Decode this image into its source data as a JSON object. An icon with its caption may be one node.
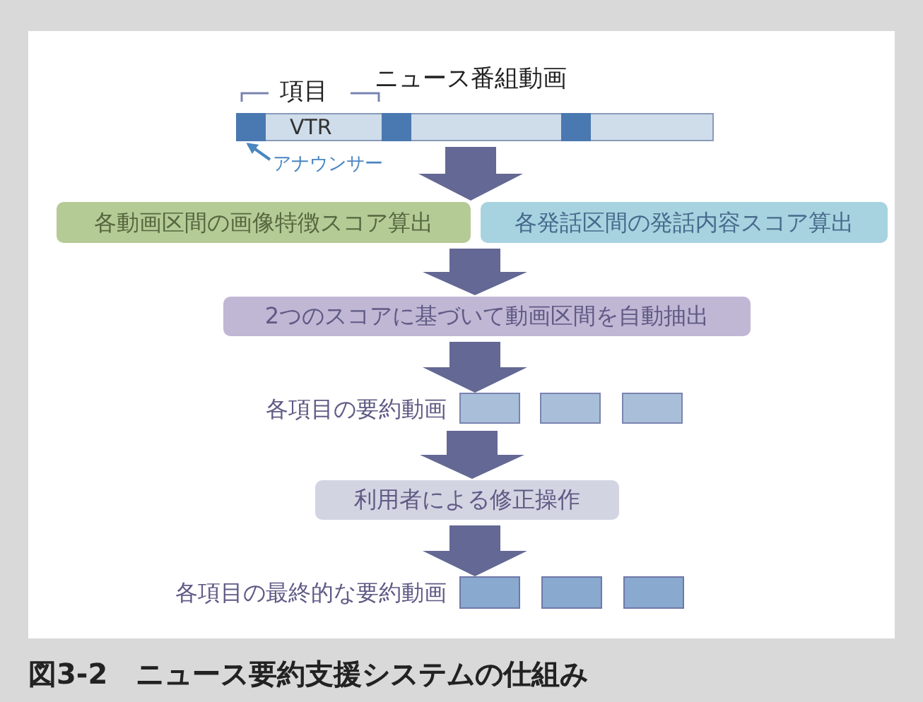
{
  "diagram": {
    "caption": "図3-2　ニュース要約支援システムの仕組み",
    "nodes": [
      {
        "text": [
          "ニュース番組動画",
          "VTR"
        ]
      },
      {
        "text": [],
        "shape": "box",
        "in": 0
      },
      {
        "text": [
          "アナウンサー"
        ]
      },
      {
        "text": [],
        "shape": "box",
        "in": 0
      },
      {
        "text": [],
        "shape": "box",
        "in": 0
      },
      {
        "text": [
          "各動画区間の画像特徴スコア算出"
        ]
      },
      {
        "text": [
          "各発話区間の発話内容スコア算出"
        ]
      },
      {
        "text": [
          "2つのスコアに基づいて動画区間を自動抽出"
        ]
      },
      {
        "text": [
          "各項目の要約動画"
        ]
      },
      {
        "text": [],
        "shape": "box"
      },
      {
        "text": [],
        "shape": "box"
      },
      {
        "text": [],
        "shape": "box"
      },
      {
        "text": [
          "利用者による修正操作"
        ]
      },
      {
        "text": [
          "各項目の最終的な要約動画"
        ]
      },
      {
        "text": [],
        "shape": "box"
      },
      {
        "text": [],
        "shape": "box"
      },
      {
        "text": [],
        "shape": "box"
      }
    ],
    "edges": [
      {
        "from": 0,
        "to": 5,
        "arrow": "to",
        "style": "thick"
      },
      {
        "from": 0,
        "to": 6,
        "arrow": "to",
        "style": "thick"
      },
      {
        "from": 2,
        "to": 1,
        "arrow": "to",
        "color": "#4a86c0"
      },
      {
        "from": 5,
        "to": 7,
        "arrow": "to",
        "style": "thick"
      },
      {
        "from": 6,
        "to": 7,
        "arrow": "to",
        "style": "thick"
      },
      {
        "from": 7,
        "to": 8,
        "arrow": "to",
        "style": "thick"
      },
      {
        "from": 8,
        "to": 12,
        "arrow": "to",
        "style": "thick"
      },
      {
        "from": 12,
        "to": 13,
        "arrow": "to",
        "style": "thick"
      }
    ],
    "labels": [
      "項目"
    ]
  }
}
